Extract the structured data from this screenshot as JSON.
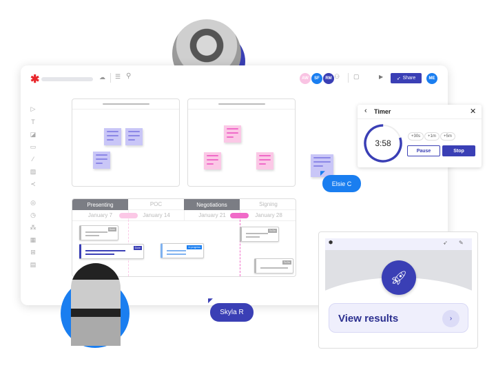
{
  "toolbar": {
    "share_label": "Share",
    "collaborators": [
      {
        "initials": "AW",
        "color": "#f9c3e3"
      },
      {
        "initials": "SF",
        "color": "#1a7ef0"
      },
      {
        "initials": "RM",
        "color": "#3a3fb5"
      }
    ],
    "me": "ME"
  },
  "timer": {
    "title": "Timer",
    "time": "3:58",
    "progress": 0.8,
    "add_options": [
      "+30s",
      "+1m",
      "+5m"
    ],
    "pause_label": "Pause",
    "stop_label": "Stop"
  },
  "timeline": {
    "phases": [
      "Presenting",
      "POC",
      "Negotiations",
      "Signing"
    ],
    "dates": [
      "January 7",
      "January 14",
      "January 21",
      "January 28"
    ],
    "tags": [
      "Done",
      "Done",
      "In progress",
      "To Do",
      "To Do"
    ]
  },
  "cursors": {
    "elsie": "Elsie C",
    "skyla": "Skyla R"
  },
  "results": {
    "button_label": "View results"
  },
  "colors": {
    "brand": "#3a3fb5",
    "blue": "#1a7ef0",
    "pink": "#f06ac8",
    "purple_note": "#c9c6f7",
    "pink_note": "#fbc8e6"
  }
}
